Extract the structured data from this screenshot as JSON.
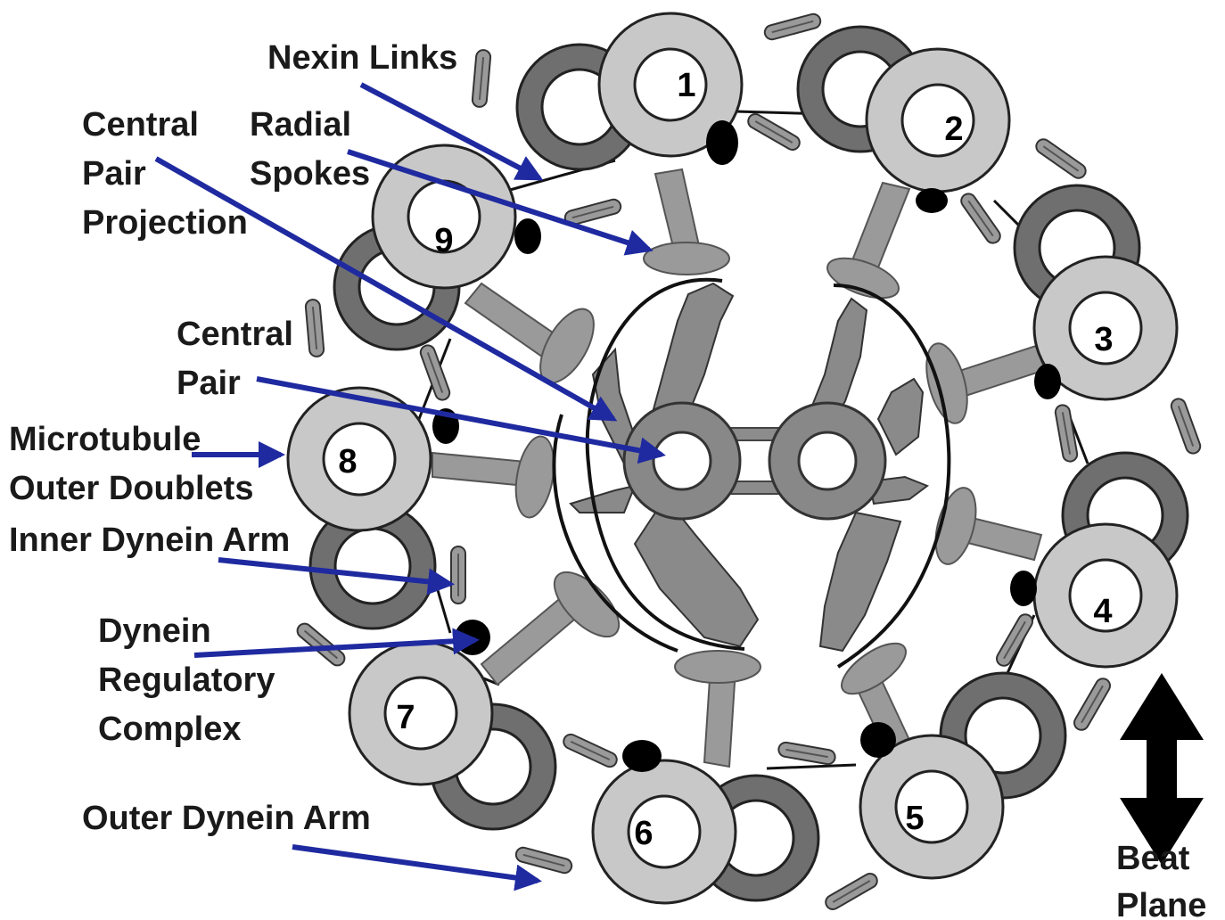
{
  "labels": {
    "nexin_links": "Nexin Links",
    "central_pair_projection": [
      "Central",
      "Pair",
      "Projection"
    ],
    "radial_spokes": [
      "Radial",
      "Spokes"
    ],
    "central_pair": [
      "Central",
      "Pair"
    ],
    "microtubule_outer_doublets": [
      "Microtubule",
      "Outer Doublets"
    ],
    "inner_dynein_arm": "Inner Dynein Arm",
    "dynein_regulatory_complex": [
      "Dynein",
      "Regulatory",
      "Complex"
    ],
    "outer_dynein_arm": "Outer Dynein Arm",
    "beat_plane": [
      "Beat",
      "Plane"
    ]
  },
  "doublets": [
    {
      "number": "1"
    },
    {
      "number": "2"
    },
    {
      "number": "3"
    },
    {
      "number": "4"
    },
    {
      "number": "5"
    },
    {
      "number": "6"
    },
    {
      "number": "7"
    },
    {
      "number": "8"
    },
    {
      "number": "9"
    }
  ],
  "colors": {
    "a_tubule": "#c8c8c8",
    "b_tubule": "#6f6f6f",
    "spoke": "#9a9a9a",
    "central_pair": "#888888",
    "projection": "#8a8a8a",
    "arrow": "#1f2aa0",
    "outline": "#111111"
  }
}
